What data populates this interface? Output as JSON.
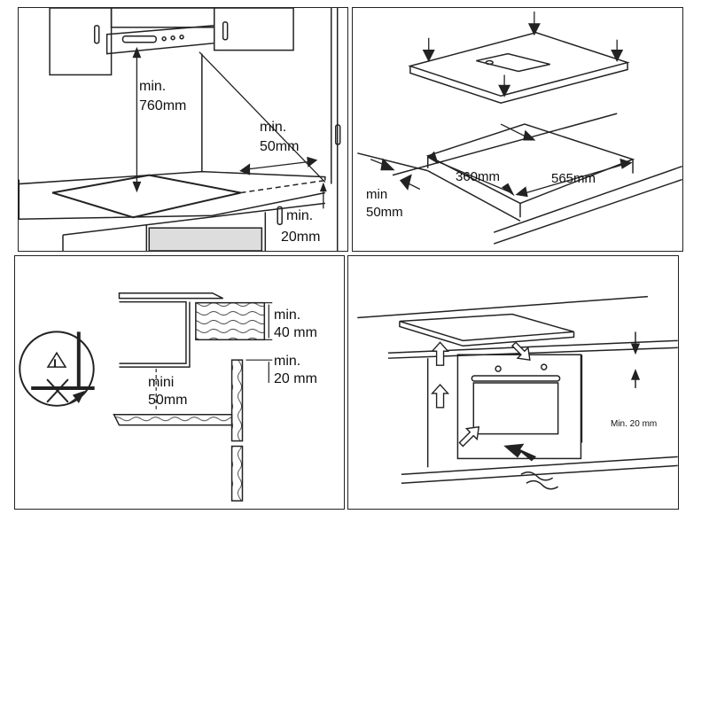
{
  "panel_top_left": {
    "min_760_line1": "min.",
    "min_760_line2": "760mm",
    "min_50_line1": "min.",
    "min_50_line2": "50mm",
    "min_20_line1": "min.",
    "min_20_line2": "20mm"
  },
  "panel_top_right": {
    "cutout_depth": "360mm",
    "cutout_width": "565mm",
    "min_50_line1": "min",
    "min_50_line2": "50mm"
  },
  "panel_bottom_left": {
    "min_40_line1": "min.",
    "min_40_line2": "40 mm",
    "min_20_line1": "min.",
    "min_20_line2": "20 mm",
    "mini_50_line1": "mini",
    "mini_50_line2": "50mm"
  },
  "panel_bottom_right": {
    "min_20": "Min. 20 mm"
  }
}
